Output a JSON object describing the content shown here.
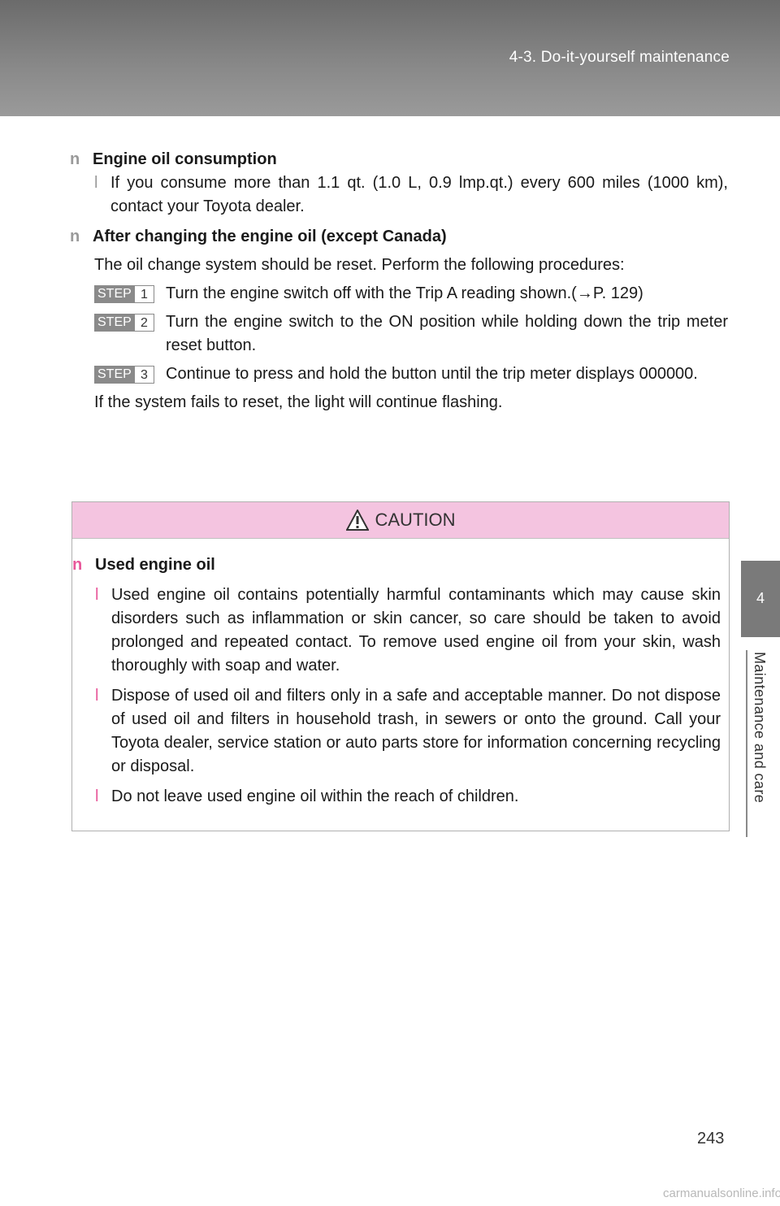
{
  "header": {
    "section": "4-3. Do-it-yourself maintenance"
  },
  "sidebar": {
    "chapter": "4",
    "label": "Maintenance and care"
  },
  "bullets": {
    "section": "n",
    "item": "l"
  },
  "sections": [
    {
      "heading": "Engine oil consumption",
      "items": [
        "If you consume more than 1.1 qt. (1.0 L, 0.9 lmp.qt.) every 600 miles (1000 km), contact your Toyota dealer."
      ]
    },
    {
      "heading": "After changing the engine oil (except Canada)",
      "intro": "The oil change system should be reset. Perform the following procedures:",
      "steps": [
        {
          "label": "STEP",
          "num": "1",
          "text": "Turn the engine switch off with the Trip A reading shown.(→P. 129)"
        },
        {
          "label": "STEP",
          "num": "2",
          "text": "Turn the engine switch to the ON position while holding down the trip meter reset button."
        },
        {
          "label": "STEP",
          "num": "3",
          "text": "Continue to press and hold the button until the trip meter displays 000000."
        }
      ],
      "outro": "If the system fails to reset, the light will continue flashing."
    }
  ],
  "caution": {
    "title": "CAUTION",
    "heading": "Used engine oil",
    "items": [
      "Used engine oil contains potentially harmful contaminants which may cause skin disorders such as inflammation or skin cancer, so care should be taken to avoid prolonged and repeated contact. To remove used engine oil from your skin, wash thoroughly with soap and water.",
      "Dispose of used oil and filters only in a safe and acceptable manner. Do not dispose of used oil and filters in household trash, in sewers or onto the ground. Call your Toyota dealer, service station or auto parts store for information concerning recycling or disposal.",
      "Do not leave used engine oil within the reach of children."
    ]
  },
  "page_number": "243",
  "watermark": "carmanualsonline.info",
  "colors": {
    "header_bg": "#7a7a7a",
    "caution_bg": "#f4c4e0",
    "caution_bullet": "#e8589a"
  }
}
